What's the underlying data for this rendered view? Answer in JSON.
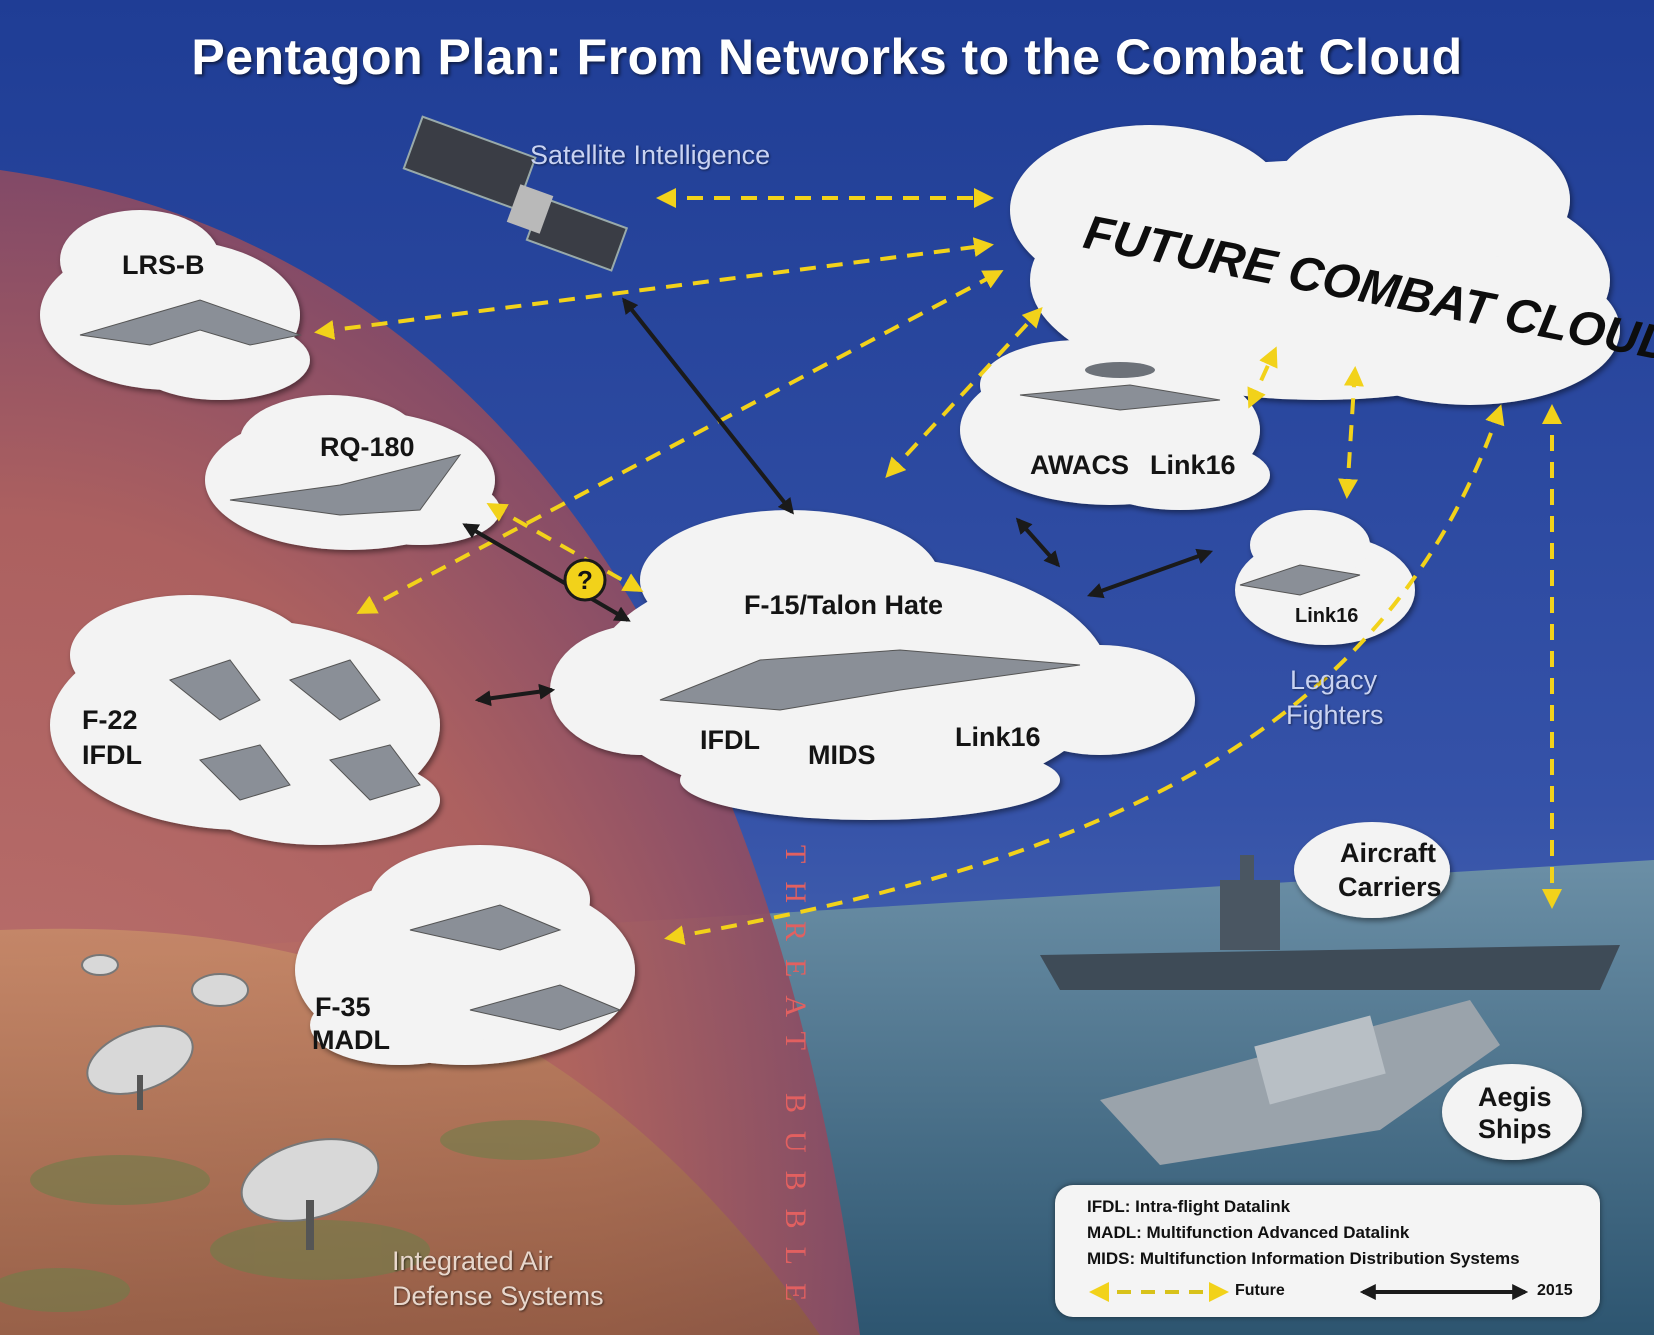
{
  "title": "Pentagon Plan: From Networks to the Combat Cloud",
  "satellite_label": "Satellite Intelligence",
  "combat_cloud_label": "FUTURE COMBAT CLOUD",
  "nodes": {
    "lrsb": "LRS-B",
    "rq180": "RQ-180",
    "f22": [
      "F-22",
      "IFDL"
    ],
    "f35": [
      "F-35",
      "MADL"
    ],
    "f15": "F-15/Talon Hate",
    "f15_links": [
      "IFDL",
      "MIDS",
      "Link16"
    ],
    "awacs": "AWACS",
    "awacs_link": "Link16",
    "legacy_link": "Link16",
    "legacy_label": [
      "Legacy",
      "Fighters"
    ],
    "carriers": [
      "Aircraft",
      "Carriers"
    ],
    "aegis": [
      "Aegis",
      "Ships"
    ],
    "question": "?"
  },
  "threat_label": "THREAT BUBBLE",
  "iads_label": [
    "Integrated Air",
    "Defense Systems"
  ],
  "legend": {
    "lines": [
      "IFDL: Intra-flight Datalink",
      "MADL: Multifunction Advanced Datalink",
      "MIDS: Multifunction Information Distribution Systems"
    ],
    "future": "Future",
    "current": "2015"
  },
  "colors": {
    "sky": "#2c4ba3",
    "threat": "#b85a52",
    "future_arrow": "#f2d21a",
    "current_arrow": "#1a1a1a",
    "sea": "#3f6f8c"
  }
}
